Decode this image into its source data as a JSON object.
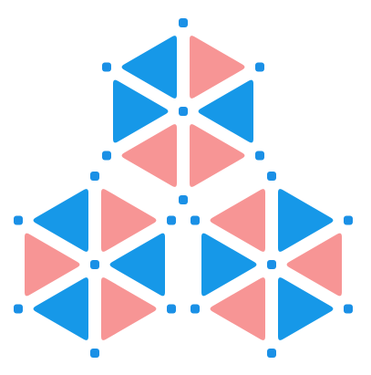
{
  "colors": {
    "background": "#ffffff",
    "pink": "#f79595",
    "blue": "#1698e8",
    "dot": "#1a90e6"
  },
  "shape": "three hexagons arranged in a pyramid, each split into six triangles",
  "hexagons": [
    {
      "id": "top",
      "triangles": [
        "pink",
        "blue",
        "pink",
        "pink",
        "blue",
        "blue"
      ]
    },
    {
      "id": "bottom-left",
      "triangles": [
        "pink",
        "blue",
        "pink",
        "blue",
        "pink",
        "blue"
      ]
    },
    {
      "id": "bottom-right",
      "triangles": [
        "blue",
        "pink",
        "blue",
        "pink",
        "blue",
        "pink"
      ]
    }
  ]
}
